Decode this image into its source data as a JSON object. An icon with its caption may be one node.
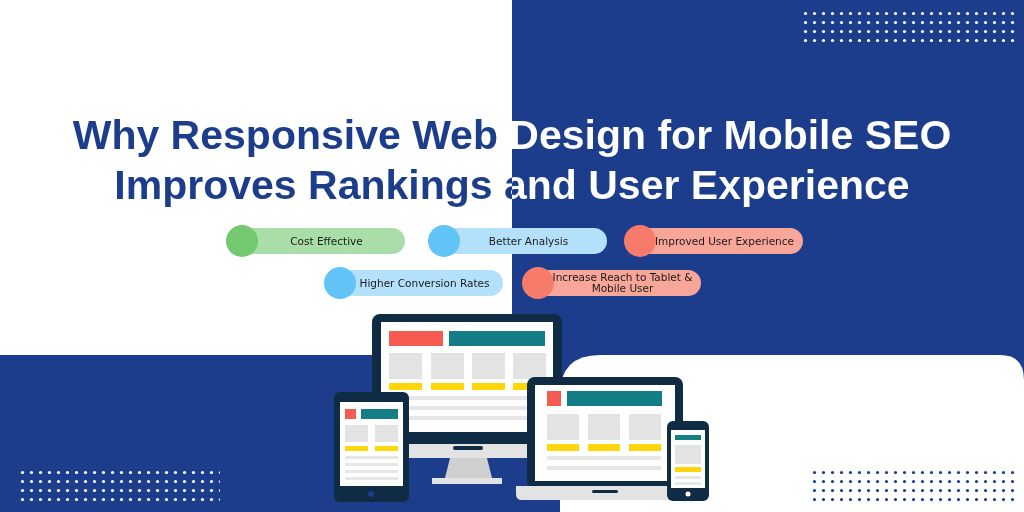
{
  "diagram": {
    "title": "Why Responsive Web Design for Mobile SEO Improves Rankings and User Experience",
    "nodes": [
      {
        "text": [
          "Cost Effective"
        ]
      },
      {
        "text": [
          "Better Analysis"
        ]
      },
      {
        "text": [
          "Improved User Experience"
        ]
      },
      {
        "text": [
          "Higher Conversion Rates"
        ]
      },
      {
        "text": [
          "Increase Reach to  Tablet & Mobile User"
        ]
      }
    ]
  }
}
